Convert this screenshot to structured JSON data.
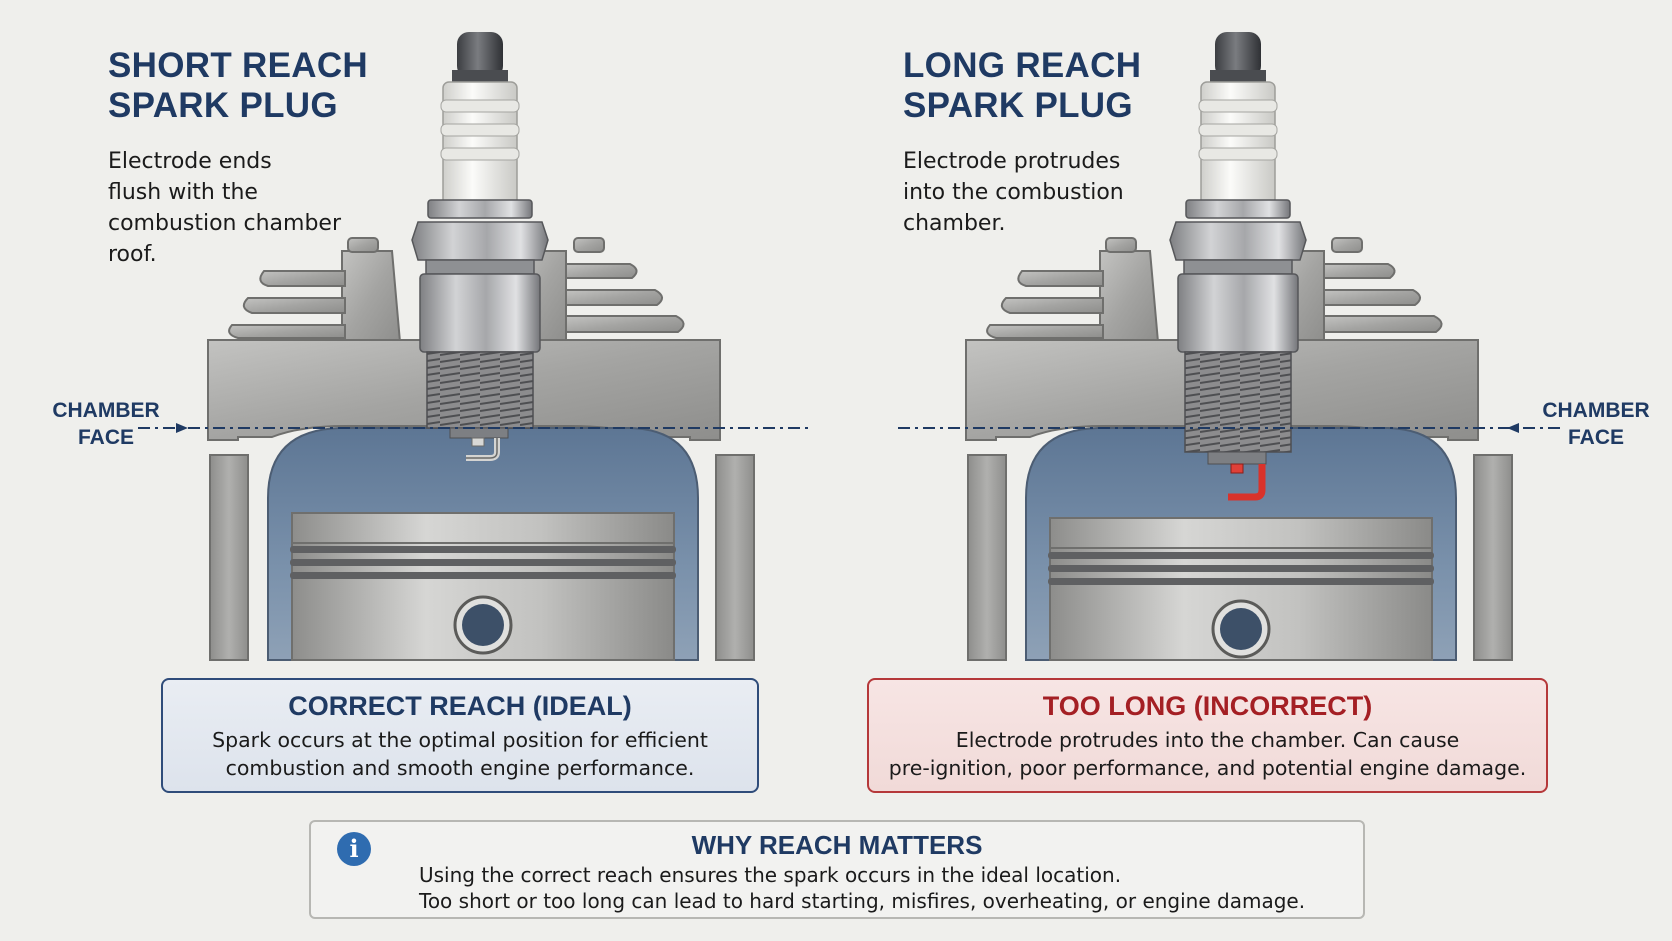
{
  "left": {
    "title": "SHORT REACH\nSPARK PLUG",
    "description": "Electrode ends\nflush with the\ncombustion chamber\nroof.",
    "chamber_label": "CHAMBER\nFACE"
  },
  "right": {
    "title": "LONG REACH\nSPARK PLUG",
    "description": "Electrode protrudes\ninto the combustion\nchamber.",
    "chamber_label": "CHAMBER\nFACE"
  },
  "ideal_box": {
    "heading": "CORRECT REACH (IDEAL)",
    "text": "Spark occurs at the optimal position for efficient\ncombustion and smooth engine performance."
  },
  "bad_box": {
    "heading": "TOO LONG (INCORRECT)",
    "text": "Electrode protrudes into the chamber. Can cause\npre-ignition, poor performance, and potential engine damage."
  },
  "info": {
    "icon": "info-icon",
    "heading": "WHY REACH MATTERS",
    "line1": "Using the correct reach ensures the spark occurs in the ideal location.",
    "line2": "Too short or too long can lead to hard starting, misfires, overheating, or engine damage."
  },
  "colors": {
    "navy": "#1f3a63",
    "red": "#b5383a",
    "chamber": "#5f7896",
    "metal": "#a9a9a7",
    "electrode_hot": "#d9322b"
  }
}
